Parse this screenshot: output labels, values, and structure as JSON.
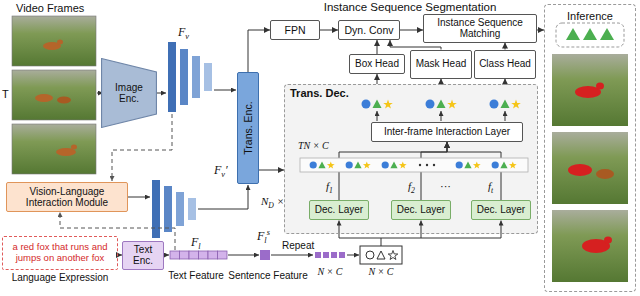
{
  "diagram": {
    "nodes": [
      {
        "text": [
          "FPN"
        ]
      },
      {
        "text": [
          "Dyn. Conv"
        ]
      },
      {
        "text": [
          "Instance Sequence Matching"
        ]
      },
      {
        "text": [
          "Inference"
        ]
      },
      {
        "text": [
          "Image Enc."
        ]
      },
      {
        "text": [
          "Box Head"
        ]
      },
      {
        "text": [
          "Mask Head"
        ]
      },
      {
        "text": [
          "Class Head"
        ]
      },
      {
        "text": [
          "Trans. Enc."
        ]
      },
      {
        "text": [
          "Trans. Dec."
        ]
      },
      {
        "text": [
          "Inter-frame Interaction Layer"
        ],
        "in": 9
      },
      {
        "text": [
          "Dec. Layer"
        ],
        "in": 9
      },
      {
        "text": [
          "Dec. Layer"
        ],
        "in": 9
      },
      {
        "text": [
          "Dec. Layer"
        ],
        "in": 9
      },
      {
        "text": [
          "Vision-Language Interaction Module"
        ]
      },
      {
        "text": [
          "a red fox that runs and jumps on another fox",
          "Language Expression"
        ]
      },
      {
        "text": [
          "Text Enc."
        ]
      }
    ],
    "edges": [
      {
        "from": 8,
        "to": 0,
        "arrow": "to"
      },
      {
        "from": 0,
        "to": 1,
        "arrow": "to"
      },
      {
        "from": 1,
        "to": 2,
        "arrow": "to"
      },
      {
        "from": 2,
        "to": 3,
        "arrow": "to"
      },
      {
        "from": 5,
        "to": 1,
        "arrow": "to"
      },
      {
        "from": 6,
        "to": 1,
        "arrow": "to"
      },
      {
        "from": 7,
        "to": 2,
        "arrow": "to"
      },
      {
        "from": 9,
        "to": 5,
        "arrow": "to"
      },
      {
        "from": 9,
        "to": 6,
        "arrow": "to"
      },
      {
        "from": 9,
        "to": 7,
        "arrow": "to"
      },
      {
        "from": 8,
        "to": 9,
        "arrow": "to"
      },
      {
        "from": 11,
        "to": 10,
        "arrow": "to"
      },
      {
        "from": 12,
        "to": 10,
        "arrow": "to"
      },
      {
        "from": 13,
        "to": 10,
        "arrow": "to"
      },
      {
        "from": 15,
        "to": 16,
        "arrow": "to"
      }
    ],
    "labels": [
      "Video Frames",
      "T",
      "Fv",
      "Instance Sequence Segmentation",
      "Fv′",
      "TN × C",
      "ND ×",
      "f1",
      "f2",
      "···",
      "ft",
      "Fl",
      "Text Feature",
      "Fls",
      "Sentence Feature",
      "Repeat",
      "N × C",
      "N × C"
    ]
  }
}
